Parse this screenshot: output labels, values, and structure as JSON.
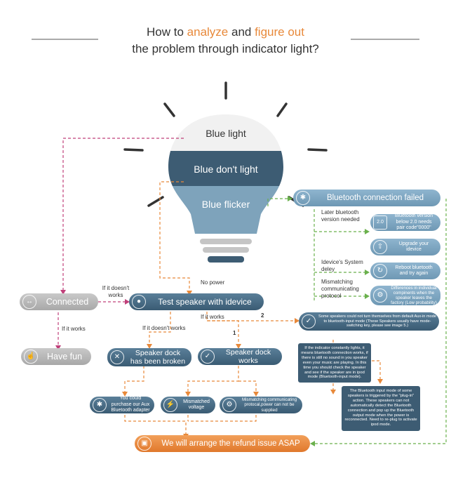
{
  "title": {
    "line1_a": "How to ",
    "line1_b": "analyze",
    "line1_c": " and ",
    "line1_d": "figure out",
    "line2": "the problem through indicator light?"
  },
  "bulb": {
    "blue_light": "Blue light",
    "blue_dont_light": "Blue don't light",
    "blue_flicker": "Blue flicker"
  },
  "nodes": {
    "bt_failed": "Bluetooth connection failed",
    "later_bt": "Later bluetooth version needed",
    "bt_version": "Bluetooth version below 2.0 needs pair code\"0000\"",
    "upgrade": "Upgrade your idevice",
    "idevice_delay": "Idevice's System deley",
    "reboot": "Reboot bluetooth and try again",
    "mismatch_proto": "Mismatching communicating protocol",
    "differences": "Differences in individual compinents when the speaker leaves the factory (Low probability)",
    "connected": "Connected",
    "have_fun": "Have fun",
    "test_speaker": "Test speaker with idevice",
    "no_power": "No power",
    "if_doesnt_works_1": "If it doesn't works",
    "if_works_1": "If it works",
    "if_works_2": "If it works",
    "if_doesnt_works_2": "If it doesn't works",
    "num_1": "1",
    "num_2": "2",
    "note_aux": "Some speakers could not turn themselves from default Aux-in mode to bluetooth-input mode (These Speakers usually have mode-switching key, please see image 5.)",
    "dock_broken": "Speaker dock has been broken",
    "dock_works": "Speaker dock works",
    "note_indicator": "If the indicator constantly lights, it means bluetooth connection works, if there is still no sound in you speaker even your music are playing. In this time you should check the speaker and see if the speaker are in ipod mode (Bluetooth-input mode).",
    "note_plugin": "The Bluetooth input mode of some speakers is triggered by the \"plug-in\" action. These speakers can not automatically detect the Bluetooth connection and pop up the Bluetooth output mode when the power is reconnected. Need to re-plug to activate ipod mode.",
    "purchase": "You could purchase our Aux Bluetooth adapter",
    "mismatched_voltage": "Mismatched voltage",
    "mismatch_power": "Mismatching communicating protocal,power can not be supplied",
    "refund": "We will arrange the refund issue ASAP"
  },
  "colors": {
    "orange": "#e8893a",
    "blue_dark": "#3a5b73",
    "green_dash": "#6ab04c",
    "pink_dash": "#c0407a",
    "orange_dash": "#e8893a"
  },
  "icons": {
    "bluetooth": "bluetooth-icon",
    "apple": "apple-icon",
    "check": "check-icon",
    "close": "close-icon",
    "thumb": "thumbs-up-icon",
    "link": "link-icon",
    "upload": "upload-icon",
    "refresh": "refresh-icon",
    "gear": "gear-icon",
    "lightning": "lightning-icon",
    "truck": "truck-icon",
    "badge": "version-badge-icon"
  },
  "badge_text": "2.0"
}
